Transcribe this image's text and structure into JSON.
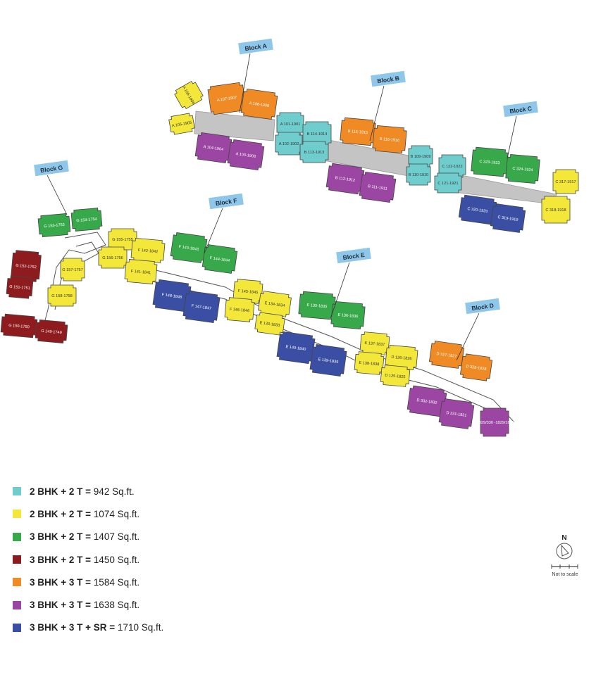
{
  "colors": {
    "2bhk_942": "#6fcdce",
    "2bhk_1074": "#f3e83a",
    "3bhk_1407": "#38a94a",
    "3bhk_1450": "#8e1c1e",
    "3bhk_1584": "#f08a24",
    "3bhk_1638": "#9b46a2",
    "3bhk_1710": "#3a4fa3",
    "block_tag": "#8fc7ea",
    "corridor": "#c4c4c4"
  },
  "blocks": [
    {
      "id": "A",
      "label": "Block A"
    },
    {
      "id": "B",
      "label": "Block B"
    },
    {
      "id": "C",
      "label": "Block C"
    },
    {
      "id": "D",
      "label": "Block D"
    },
    {
      "id": "E",
      "label": "Block E"
    },
    {
      "id": "F",
      "label": "Block F"
    },
    {
      "id": "G",
      "label": "Block G"
    }
  ],
  "units": [
    {
      "label": "A 107-1907",
      "type": "3bhk_1584"
    },
    {
      "label": "A 108-1908",
      "type": "3bhk_1584"
    },
    {
      "label": "A 106-1906",
      "type": "2bhk_1074"
    },
    {
      "label": "A 105-1905",
      "type": "2bhk_1074"
    },
    {
      "label": "A 104-1904",
      "type": "3bhk_1638"
    },
    {
      "label": "A 103-1903",
      "type": "3bhk_1638"
    },
    {
      "label": "A 101-1901",
      "type": "2bhk_942"
    },
    {
      "label": "A 102-1902",
      "type": "2bhk_942"
    },
    {
      "label": "B 114-1914",
      "type": "2bhk_942"
    },
    {
      "label": "B 113-1913",
      "type": "2bhk_942"
    },
    {
      "label": "B 115-1915",
      "type": "3bhk_1584"
    },
    {
      "label": "B 116-1916",
      "type": "3bhk_1584"
    },
    {
      "label": "B 112-1912",
      "type": "3bhk_1638"
    },
    {
      "label": "B 111-1911",
      "type": "3bhk_1638"
    },
    {
      "label": "B 109-1909",
      "type": "2bhk_942"
    },
    {
      "label": "B 110-1910",
      "type": "2bhk_942"
    },
    {
      "label": "C 122-1922",
      "type": "2bhk_942"
    },
    {
      "label": "C 121-1921",
      "type": "2bhk_942"
    },
    {
      "label": "C 323-1923",
      "type": "3bhk_1407"
    },
    {
      "label": "C 324-1924",
      "type": "3bhk_1407"
    },
    {
      "label": "C 317-1917",
      "type": "2bhk_1074"
    },
    {
      "label": "C 318-1918",
      "type": "2bhk_1074"
    },
    {
      "label": "C 320-1920",
      "type": "3bhk_1710"
    },
    {
      "label": "C 319-1919",
      "type": "3bhk_1710"
    },
    {
      "label": "G 153-1753",
      "type": "3bhk_1407"
    },
    {
      "label": "G 154-1754",
      "type": "3bhk_1407"
    },
    {
      "label": "G 152-1752",
      "type": "3bhk_1450"
    },
    {
      "label": "G 151-1751",
      "type": "3bhk_1450"
    },
    {
      "label": "G 150-1750",
      "type": "3bhk_1450"
    },
    {
      "label": "G 149-1749",
      "type": "3bhk_1450"
    },
    {
      "label": "G 157-1757",
      "type": "2bhk_1074"
    },
    {
      "label": "G 158-1758",
      "type": "2bhk_1074"
    },
    {
      "label": "G 155-1755",
      "type": "2bhk_1074"
    },
    {
      "label": "G 156-1756",
      "type": "2bhk_1074"
    },
    {
      "label": "F 142-1842",
      "type": "2bhk_1074"
    },
    {
      "label": "F 141-1841",
      "type": "2bhk_1074"
    },
    {
      "label": "F 143-1843",
      "type": "3bhk_1407"
    },
    {
      "label": "F 144-1844",
      "type": "3bhk_1407"
    },
    {
      "label": "F 148-1848",
      "type": "3bhk_1710"
    },
    {
      "label": "F 147-1847",
      "type": "3bhk_1710"
    },
    {
      "label": "F 145-1845",
      "type": "2bhk_1074"
    },
    {
      "label": "F 146-1846",
      "type": "2bhk_1074"
    },
    {
      "label": "E 134-1834",
      "type": "2bhk_1074"
    },
    {
      "label": "E 133-1833",
      "type": "2bhk_1074"
    },
    {
      "label": "E 135-1835",
      "type": "3bhk_1407"
    },
    {
      "label": "E 136-1836",
      "type": "3bhk_1407"
    },
    {
      "label": "E 140-1840",
      "type": "3bhk_1710"
    },
    {
      "label": "E 139-1839",
      "type": "3bhk_1710"
    },
    {
      "label": "E 137-1837",
      "type": "2bhk_1074"
    },
    {
      "label": "E 138-1838",
      "type": "2bhk_1074"
    },
    {
      "label": "D 126-1826",
      "type": "2bhk_1074"
    },
    {
      "label": "D 125-1825",
      "type": "2bhk_1074"
    },
    {
      "label": "D 327-1827",
      "type": "3bhk_1584"
    },
    {
      "label": "D 328-1828",
      "type": "3bhk_1584"
    },
    {
      "label": "D 332-1832",
      "type": "3bhk_1638"
    },
    {
      "label": "D 331-1831",
      "type": "3bhk_1638"
    },
    {
      "label": "D 329/330 -1829/1830",
      "type": "3bhk_1638"
    }
  ],
  "legend": [
    {
      "config": "2 BHK + 2 T =",
      "area": " 942 Sq.ft.",
      "type": "2bhk_942"
    },
    {
      "config": "2 BHK + 2 T =",
      "area": " 1074 Sq.ft.",
      "type": "2bhk_1074"
    },
    {
      "config": "3 BHK + 2 T =",
      "area": " 1407 Sq.ft.",
      "type": "3bhk_1407"
    },
    {
      "config": "3 BHK + 2 T =",
      "area": " 1450 Sq.ft.",
      "type": "3bhk_1450"
    },
    {
      "config": "3 BHK + 3 T =",
      "area": " 1584 Sq.ft.",
      "type": "3bhk_1584"
    },
    {
      "config": "3 BHK + 3 T =",
      "area": " 1638 Sq.ft.",
      "type": "3bhk_1638"
    },
    {
      "config": "3 BHK + 3 T + SR =",
      "area": " 1710 Sq.ft.",
      "type": "3bhk_1710"
    }
  ],
  "compass": {
    "north": "N",
    "scale_note": "Not to scale"
  }
}
